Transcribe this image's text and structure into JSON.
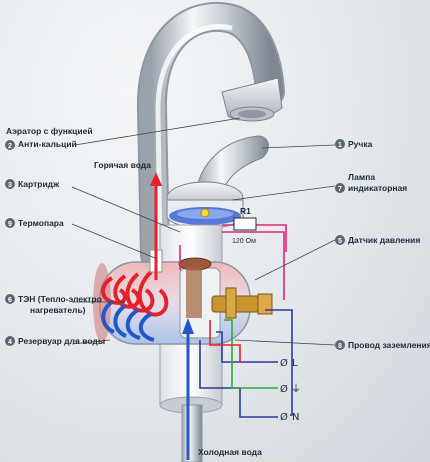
{
  "labels": {
    "aerator_line1": "Аэратор с функцией",
    "aerator_line2": "Анти-кальций",
    "aerator_num": "2",
    "hot_water": "Горячая вода",
    "cartridge": "Картридж",
    "cartridge_num": "3",
    "thermocouple": "Термопара",
    "thermocouple_num": "9",
    "heater_line1": "ТЭН (Тепло-электро",
    "heater_line2": "нагреватель)",
    "heater_num": "6",
    "reservoir": "Резервуар для воды",
    "reservoir_num": "4",
    "handle": "Ручка",
    "handle_num": "1",
    "lamp_line1": "Лампа",
    "lamp_line2": "индикаторная",
    "lamp_num": "7",
    "pressure_sensor": "Датчик давления",
    "pressure_num": "5",
    "ground_wire": "Провод заземления",
    "ground_num": "8",
    "cold_water": "Холодная вода",
    "r1": "R1",
    "r1_value": "120 Ом"
  },
  "terminals": {
    "L": "L",
    "ground_symbol": "⏚",
    "N": "N",
    "phi": "Ø"
  },
  "colors": {
    "hot": "#e8202a",
    "cold": "#2456c8",
    "line": "#1f2a36",
    "wire_pink": "#e0267a",
    "wire_green": "#2fa83a",
    "wire_blue": "#2a3a9a",
    "badge": "#5a6670"
  }
}
